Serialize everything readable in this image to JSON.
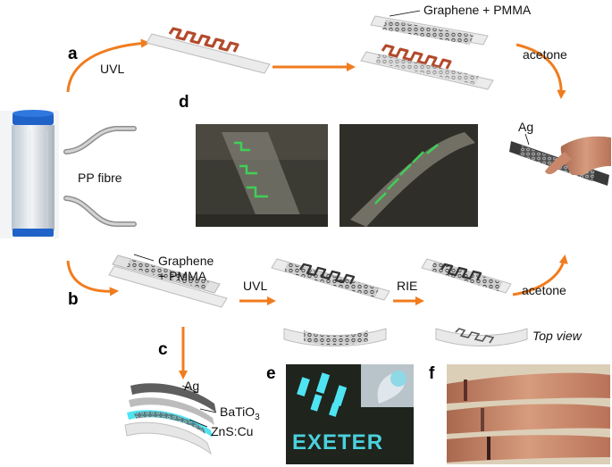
{
  "panels": {
    "a": "a",
    "b": "b",
    "c": "c",
    "d": "d",
    "e": "e",
    "f": "f"
  },
  "steps": {
    "uvl_top": "UVL",
    "acetone_top": "acetone",
    "uvl_bottom": "UVL",
    "rie": "RIE",
    "acetone_bottom": "acetone"
  },
  "materials": {
    "graphene_pmma_top": "Graphene + PMMA",
    "graphene_line1": "Graphene",
    "graphene_line2": "+ PMMA",
    "ag_top": "Ag",
    "pp_fibre": "PP fibre",
    "ag_stack": "Ag",
    "batio_base": "BaTiO",
    "batio_sub": "3",
    "zns": "ZnS:Cu",
    "top_view": "Top view"
  },
  "photo_text": {
    "exeter": "EXETER"
  },
  "colors": {
    "arrow": "#f07c1e",
    "fibre": "#e9e9ec",
    "heater": "#b24a2c",
    "electrode": "#3c3c3c",
    "phosphor": "#4fe4f2",
    "dark_photo": "#22281f",
    "skin": "#c98a6e"
  }
}
